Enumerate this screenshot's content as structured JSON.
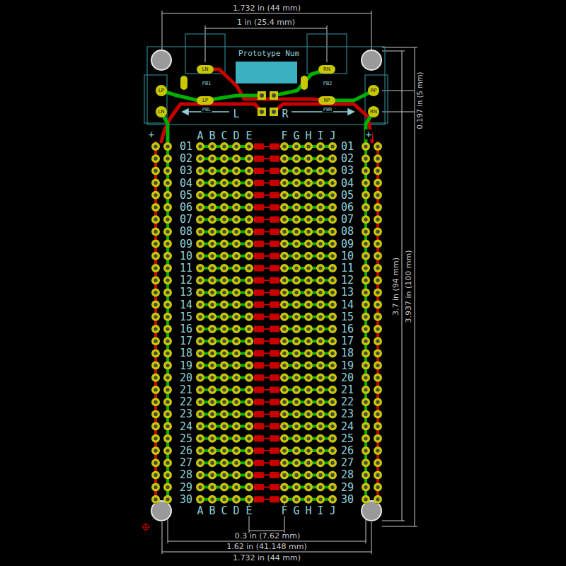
{
  "diagram": {
    "labels": [
      "1.732 in (44 mm)",
      "1 in (25.4 mm)",
      "Prototype Num",
      "PB1",
      "PB2",
      "PBL",
      "PBR",
      "LN",
      "LP",
      "RN",
      "RP",
      "LP",
      "LN",
      "RP",
      "RN",
      "L",
      "R",
      "+",
      "+",
      "A",
      "B",
      "C",
      "D",
      "E",
      "F",
      "G",
      "H",
      "I",
      "J",
      "01",
      "02",
      "03",
      "04",
      "05",
      "06",
      "07",
      "08",
      "09",
      "10",
      "11",
      "12",
      "13",
      "14",
      "15",
      "16",
      "17",
      "18",
      "19",
      "20",
      "21",
      "22",
      "23",
      "24",
      "25",
      "26",
      "27",
      "28",
      "29",
      "30",
      "01",
      "02",
      "03",
      "04",
      "05",
      "06",
      "07",
      "08",
      "09",
      "10",
      "11",
      "12",
      "13",
      "14",
      "15",
      "16",
      "17",
      "18",
      "19",
      "20",
      "21",
      "22",
      "23",
      "24",
      "25",
      "26",
      "27",
      "28",
      "29",
      "30",
      "A",
      "B",
      "C",
      "D",
      "E",
      "F",
      "G",
      "H",
      "I",
      "J",
      "0.197 in (5 mm)",
      "3.7 in (94 mm)",
      "3.937 in (100 mm)",
      "0.3 in (7.62 mm)",
      "1.62 in (41.148 mm)",
      "1.732 in (44 mm)"
    ]
  }
}
